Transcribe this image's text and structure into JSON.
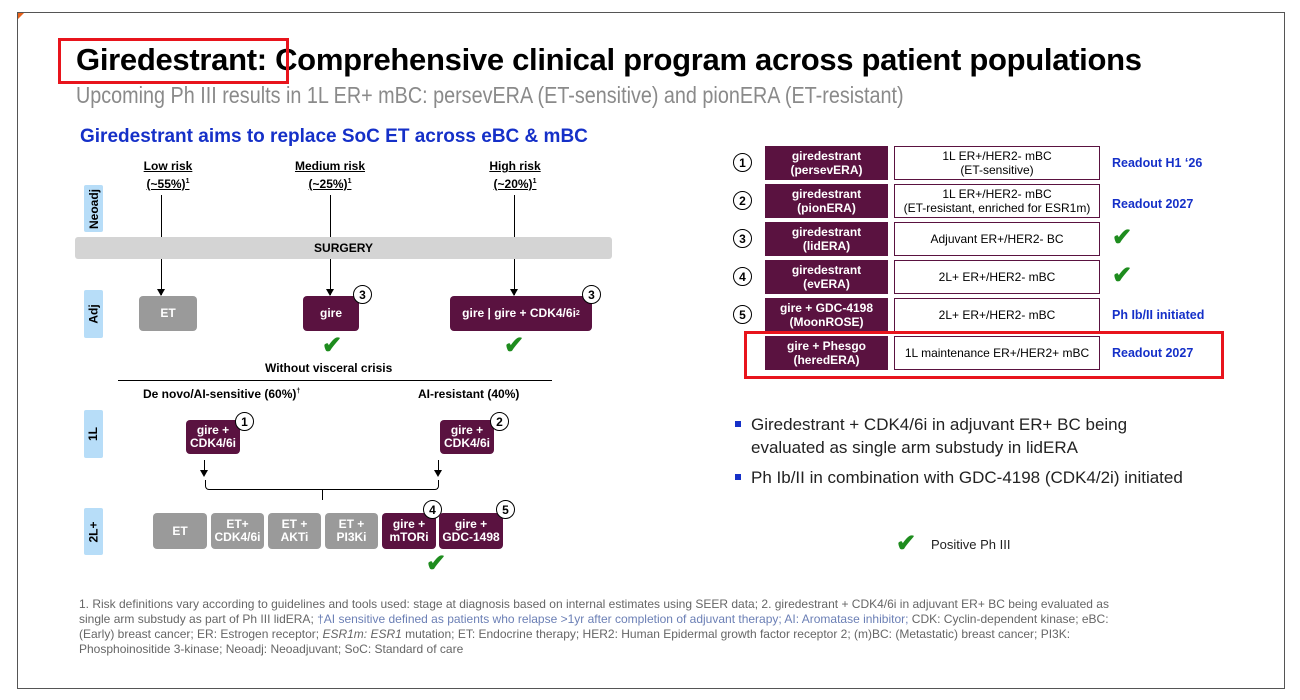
{
  "slide": {
    "title_highlight": "Giredestrant:",
    "title_rest": "Comprehensive clinical program across patient populations",
    "subtitle": "Upcoming Ph III results in 1L ER+ mBC: persevERA (ET-sensitive) and pionERA (ET-resistant)"
  },
  "diagram": {
    "heading": "Giredestrant aims to replace SoC ET across eBC & mBC",
    "risks": [
      {
        "label": "Low risk",
        "pct": "(~55%)",
        "sup": "1"
      },
      {
        "label": "Medium risk",
        "pct": "(~25%)",
        "sup": "1"
      },
      {
        "label": "High risk",
        "pct": "(~20%)",
        "sup": "1"
      }
    ],
    "side_labels": {
      "neoadj": "Neoadj",
      "adj": "Adj",
      "first_line": "1L",
      "second_line": "2L+"
    },
    "surgery": "SURGERY",
    "adj_boxes": [
      {
        "label": "ET"
      },
      {
        "label": "gire",
        "badge": "3"
      },
      {
        "label": "gire | gire + CDK4/6i",
        "sup": "2",
        "badge": "3"
      }
    ],
    "without_visceral": "Without visceral crisis",
    "groups": [
      {
        "label": "De novo/AI-sensitive (60%)",
        "sup": "†"
      },
      {
        "label": "AI-resistant (40%)"
      }
    ],
    "first_line_boxes": [
      {
        "line1": "gire +",
        "line2": "CDK4/6i",
        "badge": "1"
      },
      {
        "line1": "gire +",
        "line2": "CDK4/6i",
        "badge": "2"
      }
    ],
    "second_line_boxes": [
      {
        "line1": "ET",
        "line2": ""
      },
      {
        "line1": "ET+",
        "line2": "CDK4/6i"
      },
      {
        "line1": "ET +",
        "line2": "AKTi"
      },
      {
        "line1": "ET +",
        "line2": "PI3Ki"
      },
      {
        "line1": "gire +",
        "line2": "mTORi",
        "badge": "4"
      },
      {
        "line1": "gire +",
        "line2": "GDC-1498",
        "badge": "5"
      }
    ]
  },
  "trials": [
    {
      "num": "1",
      "name1": "giredestrant",
      "name2": "(persevERA)",
      "desc1": "1L ER+/HER2- mBC",
      "desc2": "(ET-sensitive)",
      "status": "Readout H1 ‘26"
    },
    {
      "num": "2",
      "name1": "giredestrant",
      "name2": "(pionERA)",
      "desc1": "1L ER+/HER2- mBC",
      "desc2": "(ET-resistant, enriched for ESR1m)",
      "status": "Readout 2027"
    },
    {
      "num": "3",
      "name1": "giredestrant",
      "name2": "(lidERA)",
      "desc1": "Adjuvant ER+/HER2- BC",
      "desc2": "",
      "status": "check"
    },
    {
      "num": "4",
      "name1": "giredestrant",
      "name2": "(evERA)",
      "desc1": "2L+ ER+/HER2- mBC",
      "desc2": "",
      "status": "check"
    },
    {
      "num": "5",
      "name1": "gire + GDC-4198",
      "name2": "(MoonROSE)",
      "desc1": "2L+ ER+/HER2- mBC",
      "desc2": "",
      "status": "Ph Ib/II initiated"
    },
    {
      "num": "",
      "name1": "gire + Phesgo",
      "name2": "(heredERA)",
      "desc1": "1L maintenance ER+/HER2+ mBC",
      "desc2": "",
      "status": "Readout 2027"
    }
  ],
  "bullets": [
    "Giredestrant + CDK4/6i in adjuvant ER+ BC being evaluated as single arm substudy in lidERA",
    "Ph Ib/II in combination with GDC-4198 (CDK4/2i) initiated"
  ],
  "legend": {
    "label": "Positive Ph III"
  },
  "footnote": {
    "part1": "1. Risk definitions vary according to guidelines and tools used: stage at diagnosis based on internal estimates using SEER data; 2. giredestrant + CDK4/6i in adjuvant ER+ BC being evaluated as single arm substudy as part of Ph III lidERA; ",
    "part2": "†AI sensitive defined as patients who relapse >1yr after completion of adjuvant therapy; AI: Aromatase inhibitor; ",
    "part3": "CDK: Cyclin-dependent kinase; eBC: (Early) breast cancer; ER: Estrogen receptor; ",
    "italic1": "ESR1m: ESR1",
    "part4": " mutation; ET: Endocrine therapy; HER2: Human Epidermal growth factor receptor 2; (m)BC: (Metastatic) breast cancer; PI3K: Phosphoinositide 3-kinase; Neoadj: Neoadjuvant; SoC: Standard of care"
  },
  "colors": {
    "purple": "#5a1240",
    "blue": "#1530c8",
    "check": "#1e8c1e",
    "highlight": "#e8141c",
    "side": "#b7ddf8"
  }
}
